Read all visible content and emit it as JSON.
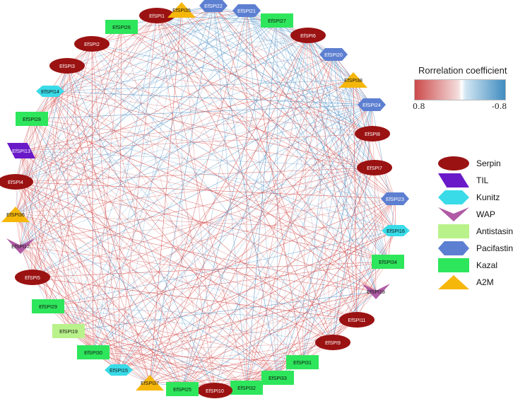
{
  "colorbar": {
    "title": "Rorrelation coefficient",
    "min_label": "0.8",
    "max_label": "-0.8"
  },
  "families": [
    {
      "name": "Serpin",
      "shape": "ellipse",
      "color": "#9b1212"
    },
    {
      "name": "TIL",
      "shape": "parallelogram",
      "color": "#6a19c8"
    },
    {
      "name": "Kunitz",
      "shape": "diamond",
      "color": "#39dbe8"
    },
    {
      "name": "WAP",
      "shape": "chevron",
      "color": "#b05aa5"
    },
    {
      "name": "Antistasin",
      "shape": "rect",
      "color": "#b9f28b"
    },
    {
      "name": "Pacifastin",
      "shape": "hexagon",
      "color": "#5d7fd1"
    },
    {
      "name": "Kazal",
      "shape": "rect",
      "color": "#2ee65c"
    },
    {
      "name": "A2M",
      "shape": "triangle",
      "color": "#f6b70b"
    }
  ],
  "nodes": [
    {
      "label": "EfSPI1",
      "family": "Serpin"
    },
    {
      "label": "EfSPI35",
      "family": "A2M"
    },
    {
      "label": "EfSPI22",
      "family": "Pacifastin"
    },
    {
      "label": "EfSPI21",
      "family": "Pacifastin"
    },
    {
      "label": "EfSPI27",
      "family": "Kazal"
    },
    {
      "label": "EfSPI6",
      "family": "Serpin"
    },
    {
      "label": "EfSPI20",
      "family": "Pacifastin"
    },
    {
      "label": "EfSPI38",
      "family": "A2M"
    },
    {
      "label": "EfSPI24",
      "family": "Pacifastin"
    },
    {
      "label": "EfSPI8",
      "family": "Serpin"
    },
    {
      "label": "EfSPI7",
      "family": "Serpin"
    },
    {
      "label": "EfSPI23",
      "family": "Pacifastin"
    },
    {
      "label": "EfSPI16",
      "family": "Kunitz"
    },
    {
      "label": "EfSPI34",
      "family": "Kazal"
    },
    {
      "label": "EfSPI18",
      "family": "WAP"
    },
    {
      "label": "EfSPI11",
      "family": "Serpin"
    },
    {
      "label": "EfSPI9",
      "family": "Serpin"
    },
    {
      "label": "EfSPI31",
      "family": "Kazal"
    },
    {
      "label": "EfSPI33",
      "family": "Kazal"
    },
    {
      "label": "EfSPI32",
      "family": "Kazal"
    },
    {
      "label": "EfSPI10",
      "family": "Serpin"
    },
    {
      "label": "EfSPI25",
      "family": "Kazal"
    },
    {
      "label": "EfSPI37",
      "family": "A2M"
    },
    {
      "label": "EfSPI15",
      "family": "Kunitz"
    },
    {
      "label": "EfSPI30",
      "family": "Kazal"
    },
    {
      "label": "EfSPI19",
      "family": "Antistasin"
    },
    {
      "label": "EfSPI29",
      "family": "Kazal"
    },
    {
      "label": "EfSPI5",
      "family": "Serpin"
    },
    {
      "label": "EfSPI17",
      "family": "WAP"
    },
    {
      "label": "EfSPI36",
      "family": "A2M"
    },
    {
      "label": "EfSPI4",
      "family": "Serpin"
    },
    {
      "label": "EfSPI13",
      "family": "TIL"
    },
    {
      "label": "EfSPI28",
      "family": "Kazal"
    },
    {
      "label": "EfSPI14",
      "family": "Kunitz"
    },
    {
      "label": "EfSPI3",
      "family": "Serpin"
    },
    {
      "label": "EfSPI2",
      "family": "Serpin"
    },
    {
      "label": "EfSPI26",
      "family": "Kazal"
    }
  ]
}
